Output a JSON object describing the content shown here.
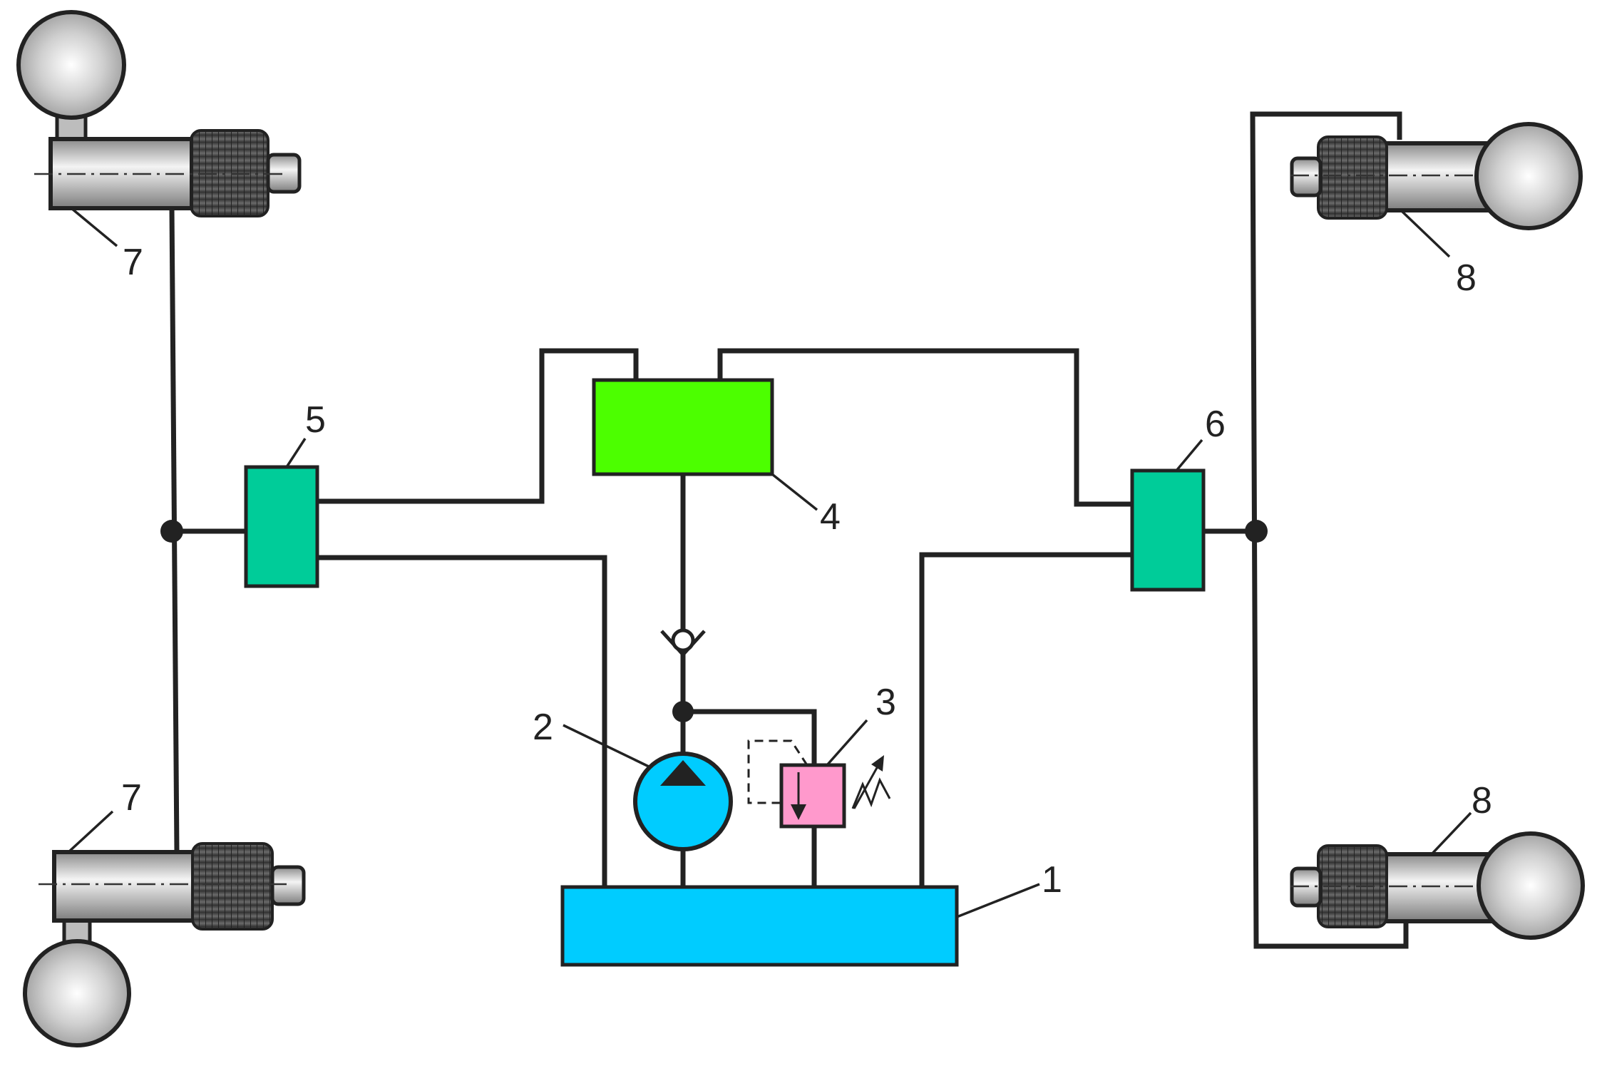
{
  "labels": {
    "tank": "1",
    "pump": "2",
    "relief_valve": "3",
    "accumulator": "4",
    "valve_left": "5",
    "valve_right": "6",
    "cylinder_left_top": "7",
    "cylinder_left_bottom": "7",
    "cylinder_right_top": "8",
    "cylinder_right_bottom": "8"
  },
  "colors": {
    "tank": "#00ccff",
    "pump": "#00ccff",
    "relief_valve": "#ff99cc",
    "accumulator": "#4cff00",
    "valves": "#00cc99",
    "lines": "#222222"
  }
}
